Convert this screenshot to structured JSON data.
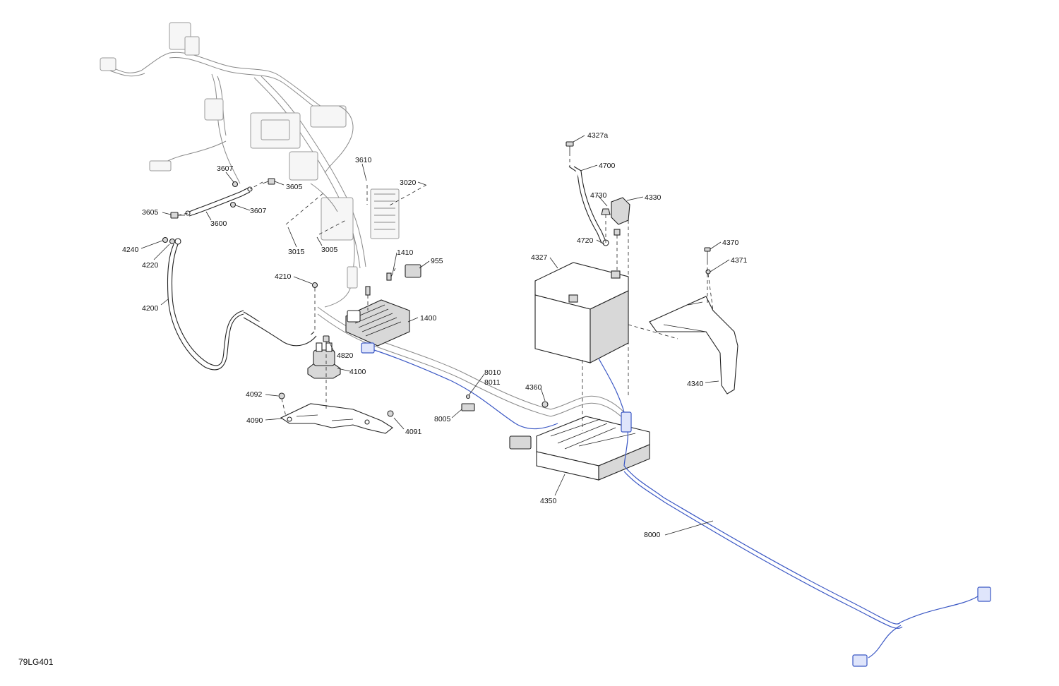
{
  "figure_code": "79LG401",
  "labels": [
    {
      "id": "4327a",
      "text": "4327a"
    },
    {
      "id": "4700",
      "text": "4700"
    },
    {
      "id": "4730",
      "text": "4730"
    },
    {
      "id": "4330",
      "text": "4330"
    },
    {
      "id": "4720",
      "text": "4720"
    },
    {
      "id": "4327",
      "text": "4327"
    },
    {
      "id": "4370",
      "text": "4370"
    },
    {
      "id": "4371",
      "text": "4371"
    },
    {
      "id": "4340",
      "text": "4340"
    },
    {
      "id": "3607a",
      "text": "3607"
    },
    {
      "id": "3610",
      "text": "3610"
    },
    {
      "id": "3020",
      "text": "3020"
    },
    {
      "id": "3605a",
      "text": "3605"
    },
    {
      "id": "3607b",
      "text": "3607"
    },
    {
      "id": "3605b",
      "text": "3605"
    },
    {
      "id": "3600",
      "text": "3600"
    },
    {
      "id": "3015",
      "text": "3015"
    },
    {
      "id": "3005",
      "text": "3005"
    },
    {
      "id": "4240",
      "text": "4240"
    },
    {
      "id": "4220",
      "text": "4220"
    },
    {
      "id": "1410",
      "text": "1410"
    },
    {
      "id": "955",
      "text": "955"
    },
    {
      "id": "4210",
      "text": "4210"
    },
    {
      "id": "4200",
      "text": "4200"
    },
    {
      "id": "1400",
      "text": "1400"
    },
    {
      "id": "4820",
      "text": "4820"
    },
    {
      "id": "4100",
      "text": "4100"
    },
    {
      "id": "8010",
      "text": "8010"
    },
    {
      "id": "8011",
      "text": "8011"
    },
    {
      "id": "4360",
      "text": "4360"
    },
    {
      "id": "4092",
      "text": "4092"
    },
    {
      "id": "4090",
      "text": "4090"
    },
    {
      "id": "4091",
      "text": "4091"
    },
    {
      "id": "8005",
      "text": "8005"
    },
    {
      "id": "4350",
      "text": "4350"
    },
    {
      "id": "8000",
      "text": "8000"
    }
  ],
  "colors": {
    "line": "#222222",
    "context": "#8a8a8a",
    "highlight": "#3a57c4"
  }
}
